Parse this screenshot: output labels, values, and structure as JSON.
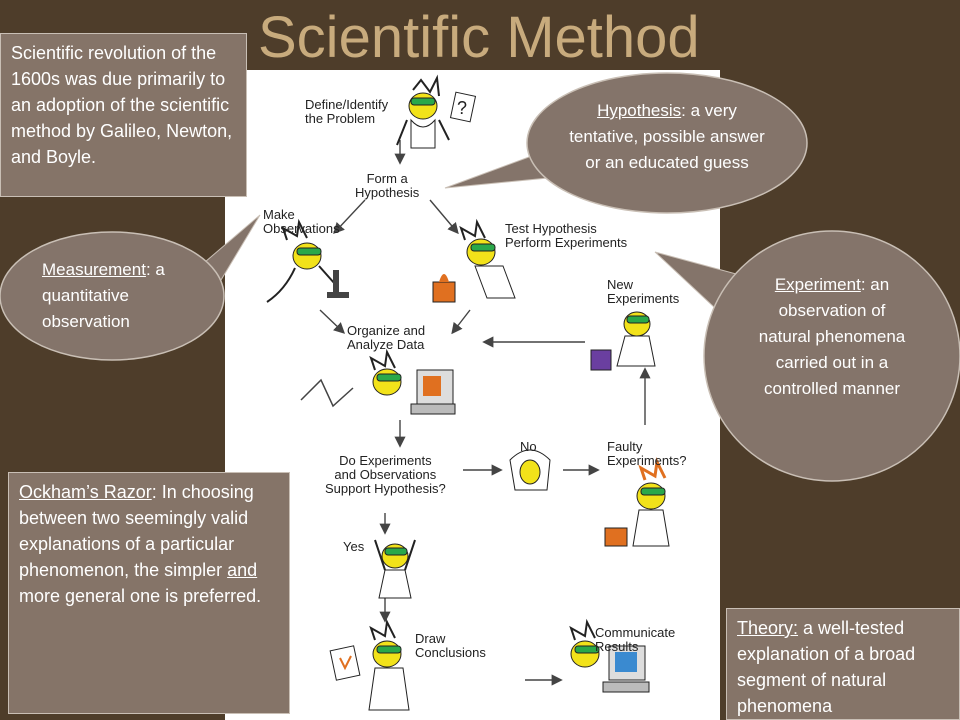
{
  "title": "Scientific Method",
  "flowchart": {
    "define": [
      "Define/Identify",
      "the Problem"
    ],
    "hypothesis": [
      "Form a",
      "Hypothesis"
    ],
    "observe": [
      "Make",
      "Observations"
    ],
    "test": [
      "Test Hypothesis",
      "Perform Experiments"
    ],
    "new_exp": [
      "New",
      "Experiments"
    ],
    "organize": [
      "Organize and",
      "Analyze Data"
    ],
    "support": [
      "Do Experiments",
      "and Observations",
      "Support Hypothesis?"
    ],
    "no": "No",
    "faulty": [
      "Faulty",
      "Experiments?"
    ],
    "yes": "Yes",
    "conclusions": [
      "Draw",
      "Conclusions"
    ],
    "communicate": [
      "Communicate",
      "Results"
    ],
    "question_mark": "?"
  },
  "notes": {
    "revolution": "Scientific revolution of the 1600s was due primarily to an adoption of the scientific method by Galileo, Newton, and Boyle.",
    "hypothesis_term": "Hypothesis",
    "hypothesis_def": ": a very tentative, possible answer or an educated guess",
    "measurement_term": "Measurement",
    "measurement_def": ": a quantitative observation",
    "experiment_term": "Experiment",
    "experiment_def": ": an observation of natural phenomena carried out in a controlled manner",
    "ockham_term": "Ockham’s Razor",
    "ockham_def_1": ": In choosing between two seemingly valid explanations of a particular phenomenon, the simpler ",
    "ockham_and": "and",
    "ockham_def_2": " more general one is preferred.",
    "theory_term": "Theory:",
    "theory_def": " a well-tested explanation of a broad segment of natural phenomena"
  },
  "colors": {
    "background": "#4e3d2a",
    "title": "#c8ab7d",
    "note_fill": "#857468",
    "bubble_fill": "#84746a",
    "flame": "#e07020",
    "beaker": "#6a3fa0",
    "goggles": "#2aa84a",
    "hair_face": "#f2e21a"
  }
}
